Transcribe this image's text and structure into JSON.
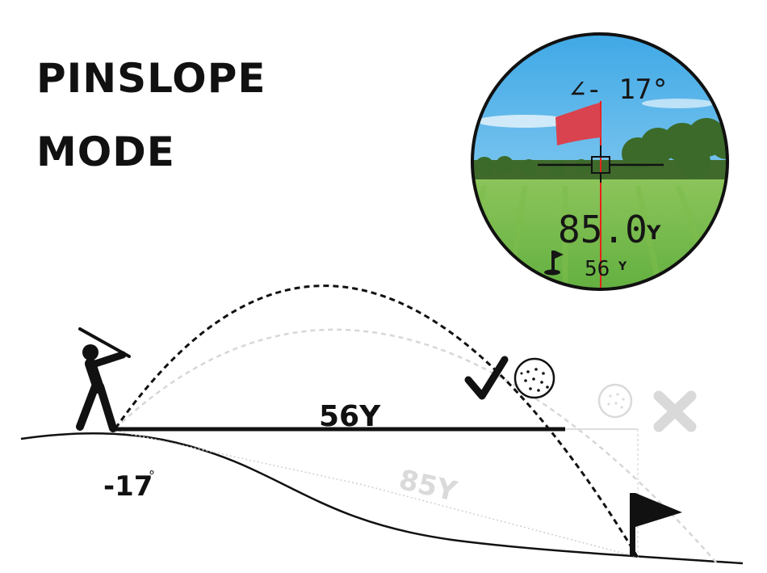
{
  "title": {
    "line1": "PINSLOPE",
    "line2": "MODE"
  },
  "diagram": {
    "horizontal_distance_label": "56Y",
    "actual_distance_label": "85Y",
    "slope_value": "-17",
    "slope_unit": "°"
  },
  "viewfinder": {
    "slope_display": "∠- 17°",
    "distance_value": "85.0",
    "distance_unit": "Y",
    "adjusted_value": "56",
    "adjusted_unit": "Y"
  },
  "colors": {
    "ink": "#111111",
    "faint": "#d9d9d9",
    "flag_red": "#d9434f",
    "sky": "#58b7ea",
    "grass": "#6fb84a",
    "laser": "#e8221a"
  },
  "icons": [
    "golfer-icon",
    "check-icon",
    "golf-ball-icon",
    "cross-icon",
    "pin-flag-icon",
    "flag-lcd-icon"
  ]
}
